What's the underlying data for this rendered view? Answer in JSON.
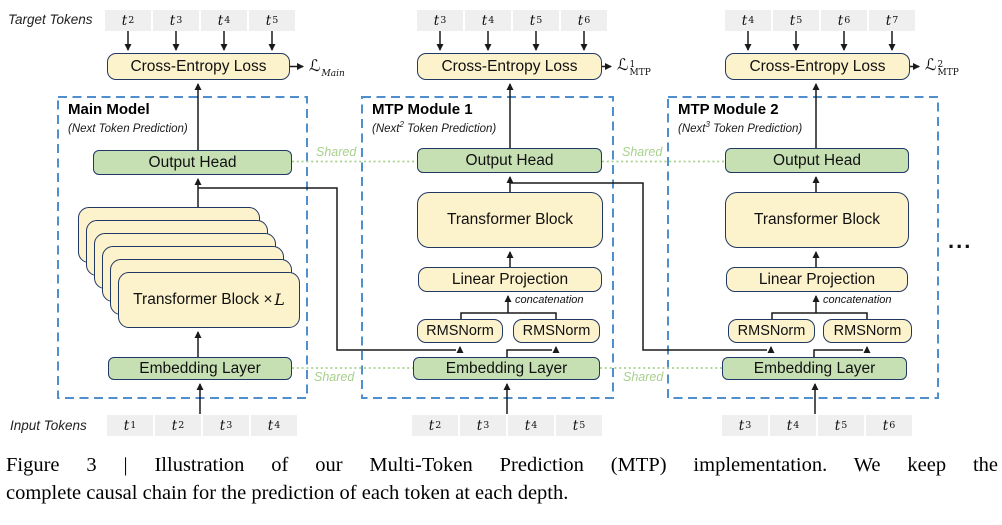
{
  "figure": {
    "labels": {
      "target_tokens": "Target Tokens",
      "input_tokens": "Input Tokens",
      "shared": "Shared",
      "ellipsis": "..."
    },
    "token_base": "t",
    "modules": [
      {
        "title": "Main Model",
        "subtitle_pre": "(Next",
        "subtitle_sup": "",
        "subtitle_post": " Token Prediction)",
        "cross_entropy": "Cross-Entropy Loss",
        "loss_symbol": "ℒ",
        "loss_sup": "",
        "loss_sub": "Main",
        "output_head": "Output Head",
        "transformer_pre": "Transformer Block ×",
        "transformer_var": "L",
        "embedding": "Embedding Layer",
        "target_subs": [
          "2",
          "3",
          "4",
          "5"
        ],
        "input_subs": [
          "1",
          "2",
          "3",
          "4"
        ]
      },
      {
        "title": "MTP Module 1",
        "subtitle_pre": "(Next",
        "subtitle_sup": "2",
        "subtitle_post": " Token Prediction)",
        "cross_entropy": "Cross-Entropy Loss",
        "loss_symbol": "ℒ",
        "loss_sup": "1",
        "loss_sub": "MTP",
        "output_head": "Output Head",
        "transformer": "Transformer Block",
        "linear_projection": "Linear Projection",
        "concatenation": "concatenation",
        "rmsnorm_left": "RMSNorm",
        "rmsnorm_right": "RMSNorm",
        "embedding": "Embedding Layer",
        "target_subs": [
          "3",
          "4",
          "5",
          "6"
        ],
        "input_subs": [
          "2",
          "3",
          "4",
          "5"
        ]
      },
      {
        "title": "MTP Module 2",
        "subtitle_pre": "(Next",
        "subtitle_sup": "3",
        "subtitle_post": " Token Prediction)",
        "cross_entropy": "Cross-Entropy Loss",
        "loss_symbol": "ℒ",
        "loss_sup": "2",
        "loss_sub": "MTP",
        "output_head": "Output Head",
        "transformer": "Transformer Block",
        "linear_projection": "Linear Projection",
        "concatenation": "concatenation",
        "rmsnorm_left": "RMSNorm",
        "rmsnorm_right": "RMSNorm",
        "embedding": "Embedding Layer",
        "target_subs": [
          "4",
          "5",
          "6",
          "7"
        ],
        "input_subs": [
          "3",
          "4",
          "5",
          "6"
        ]
      }
    ]
  },
  "caption": {
    "line1": "Figure 3 | Illustration of our Multi-Token Prediction (MTP) implementation.  We keep the",
    "line2": "complete causal chain for the prediction of each token at each depth."
  },
  "colors": {
    "box_yellow": "#FCF2CC",
    "box_green": "#C6E0B4",
    "box_border": "#203864",
    "dashed_frame_blue": "#4F8FCE",
    "shared_green": "#A8D08D",
    "token_gray": "#EFEFEF",
    "wire_black": "#1a1a1a"
  }
}
